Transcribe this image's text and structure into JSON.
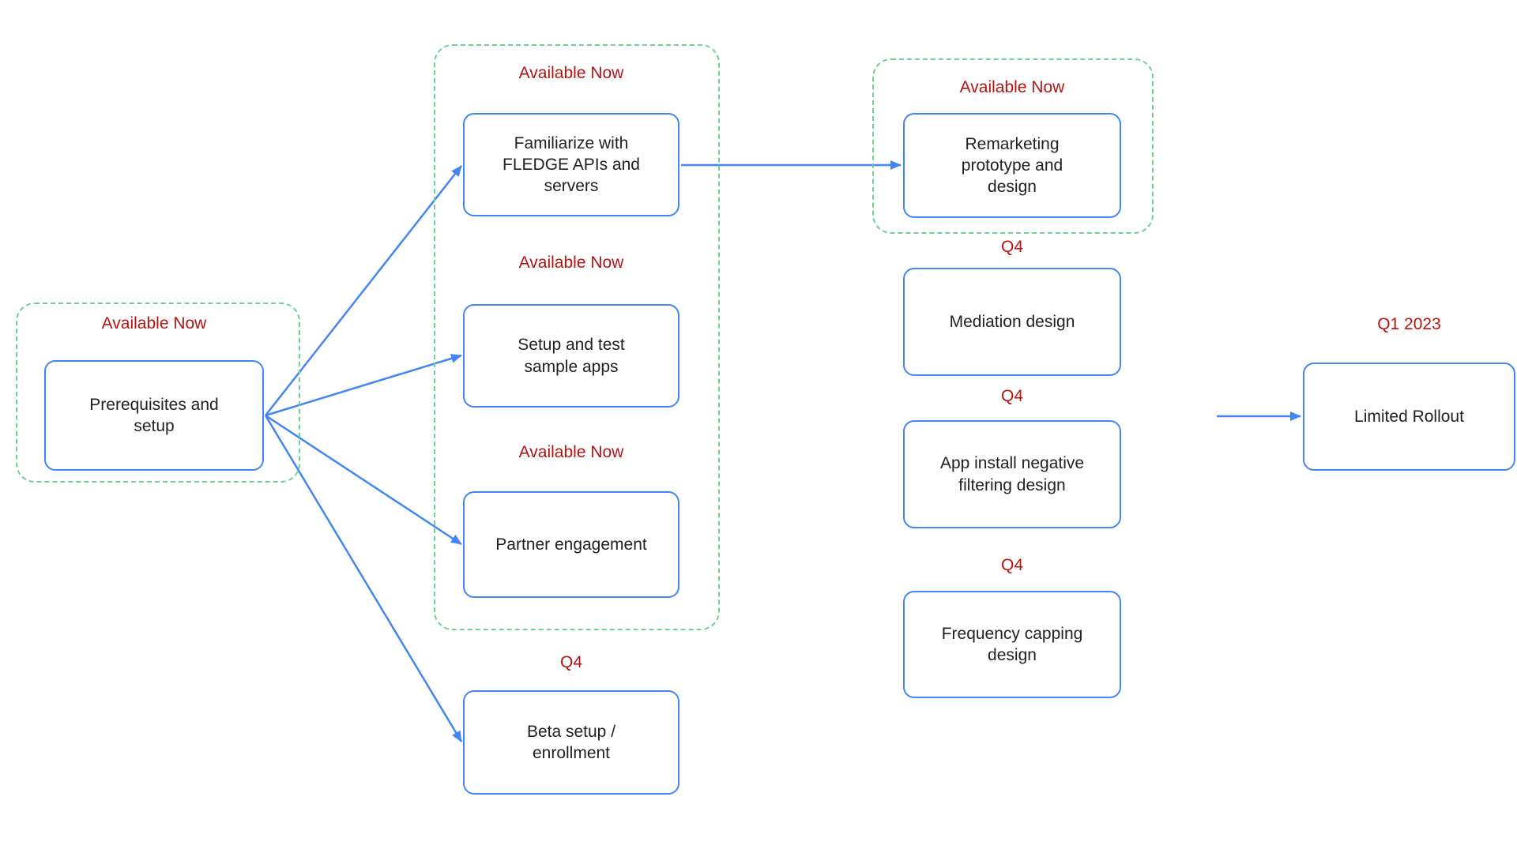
{
  "colors": {
    "node_border": "#4285f4",
    "arrow": "#4285f4",
    "group_border": "#6fcf97",
    "status_text": "#b31412",
    "node_text": "#202124",
    "background": "#ffffff"
  },
  "nodes": {
    "prerequisites": {
      "status": "Available Now",
      "text": "Prerequisites and setup"
    },
    "familiarize": {
      "status": "Available Now",
      "text": "Familiarize with FLEDGE APIs and servers"
    },
    "setup_sample_apps": {
      "status": "Available Now",
      "text": "Setup and test sample apps"
    },
    "partner_engagement": {
      "status": "Available Now",
      "text": "Partner engagement"
    },
    "beta_setup": {
      "status": "Q4",
      "text": "Beta setup / enrollment"
    },
    "remarketing": {
      "status": "Available Now",
      "text": "Remarketing prototype and design"
    },
    "mediation": {
      "status": "Q4",
      "text": "Mediation design"
    },
    "app_install_filtering": {
      "status": "Q4",
      "text": "App install negative filtering design"
    },
    "frequency_capping": {
      "status": "Q4",
      "text": "Frequency capping design"
    },
    "limited_rollout": {
      "status": "Q1 2023",
      "text": "Limited Rollout"
    }
  }
}
